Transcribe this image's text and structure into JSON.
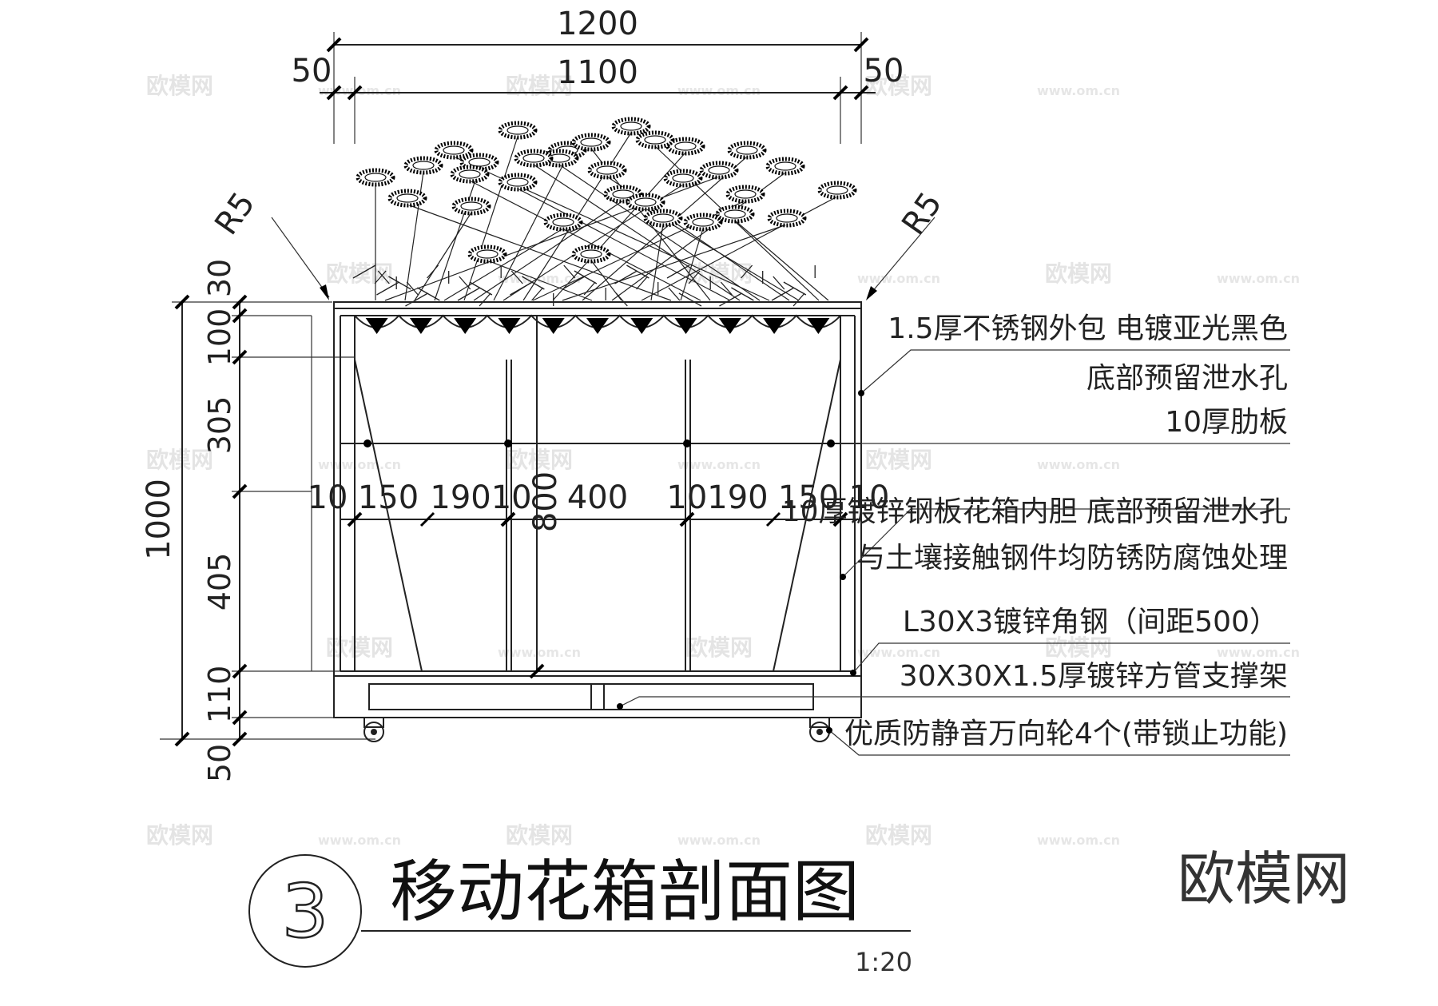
{
  "drawing": {
    "title": "移动花箱剖面图",
    "section_number": "3",
    "scale": "1:20",
    "brand": "欧模网",
    "watermark_text": "欧模网",
    "watermark_url": "www.om.cn"
  },
  "dimensions": {
    "top_overall": "1200",
    "top_inner": "1100",
    "top_left_offset": "50",
    "top_right_offset": "50",
    "radius_left": "R5",
    "radius_right": "R5",
    "left_overall": "1000",
    "left_segments": [
      "30",
      "100",
      "305",
      "405",
      "110",
      "50"
    ],
    "inner_height": "800",
    "inner_row": [
      "10",
      "150",
      "19010",
      "400",
      "10190",
      "150",
      "10"
    ]
  },
  "annotations": [
    "1.5厚不锈钢外包  电镀亚光黑色",
    "底部预留泄水孔",
    "10厚肋板",
    "10厚镀锌钢板花箱内胆  底部预留泄水孔",
    "与土壤接触钢件均防锈防腐蚀处理",
    "L30X3镀锌角钢（间距500）",
    "30X30X1.5厚镀锌方管支撑架",
    "优质防静音万向轮4个(带锁止功能)"
  ]
}
